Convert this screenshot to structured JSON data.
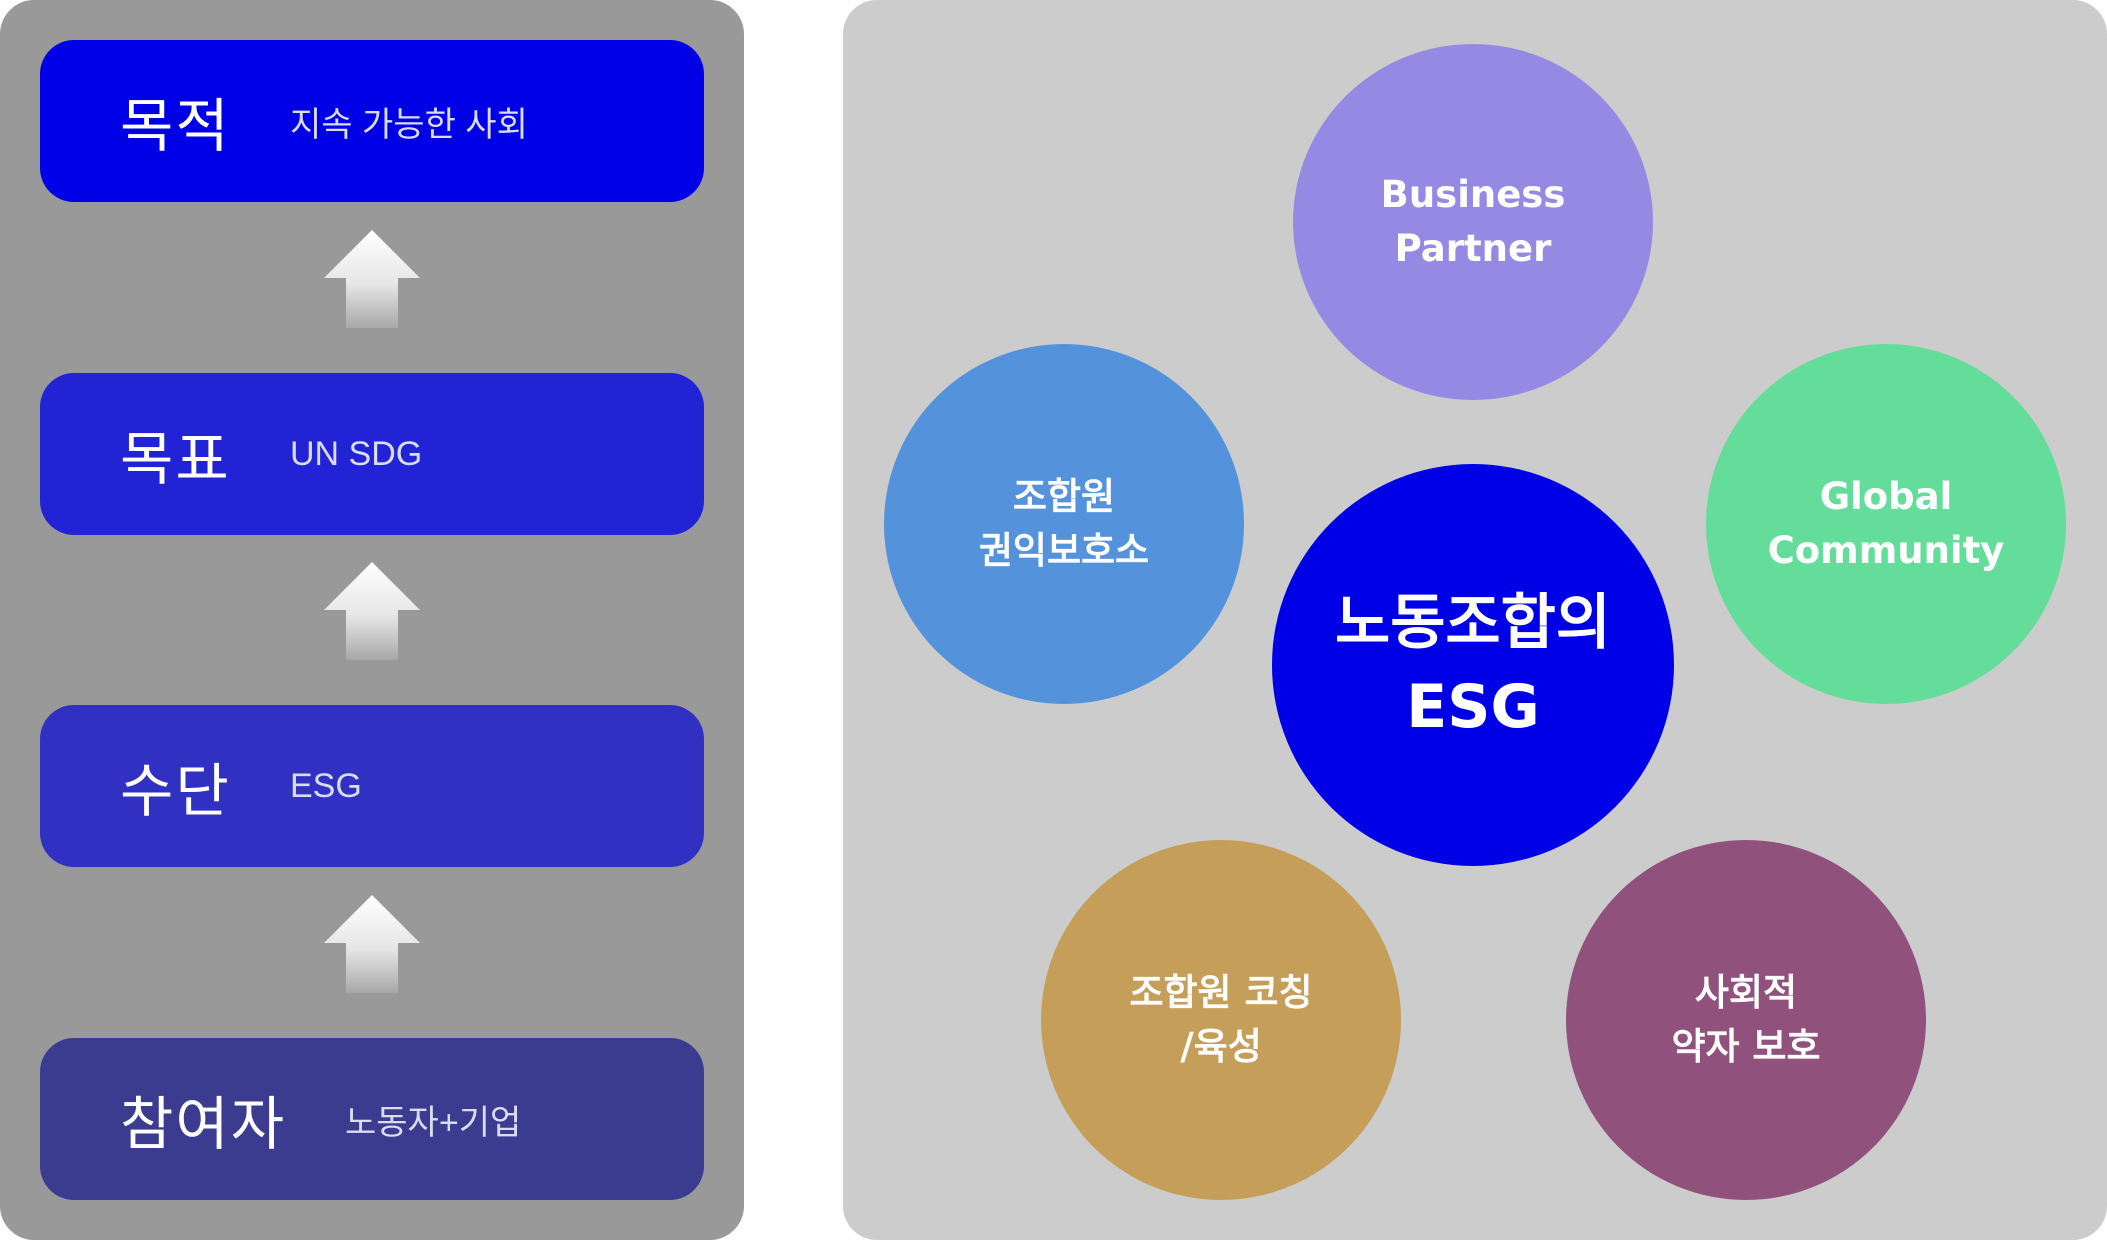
{
  "hierarchy": {
    "levels": [
      {
        "title": "목적",
        "description": "지속 가능한 사회"
      },
      {
        "title": "목표",
        "description": "UN SDG"
      },
      {
        "title": "수단",
        "description": "ESG"
      },
      {
        "title": "참여자",
        "description": "노동자+기업"
      }
    ],
    "colors": [
      "#0000e6",
      "#2323d6",
      "#3030c2",
      "#3b3b8f"
    ],
    "arrow_icon": "up-arrow-icon"
  },
  "bubbles": {
    "center": {
      "label": "노동조합의\nESG",
      "color": "#0000e6"
    },
    "top": {
      "label": "Business\nPartner",
      "color": "#9589e4"
    },
    "upper_left": {
      "label": "조합원\n권익보호소",
      "color": "#5592dc"
    },
    "upper_right": {
      "label": "Global\nCommunity",
      "color": "#64dc9a"
    },
    "lower_left": {
      "label": "조합원 코칭\n/육성",
      "color": "#c59e5a"
    },
    "lower_right": {
      "label": "사회적\n약자 보호",
      "color": "#90517c"
    }
  }
}
